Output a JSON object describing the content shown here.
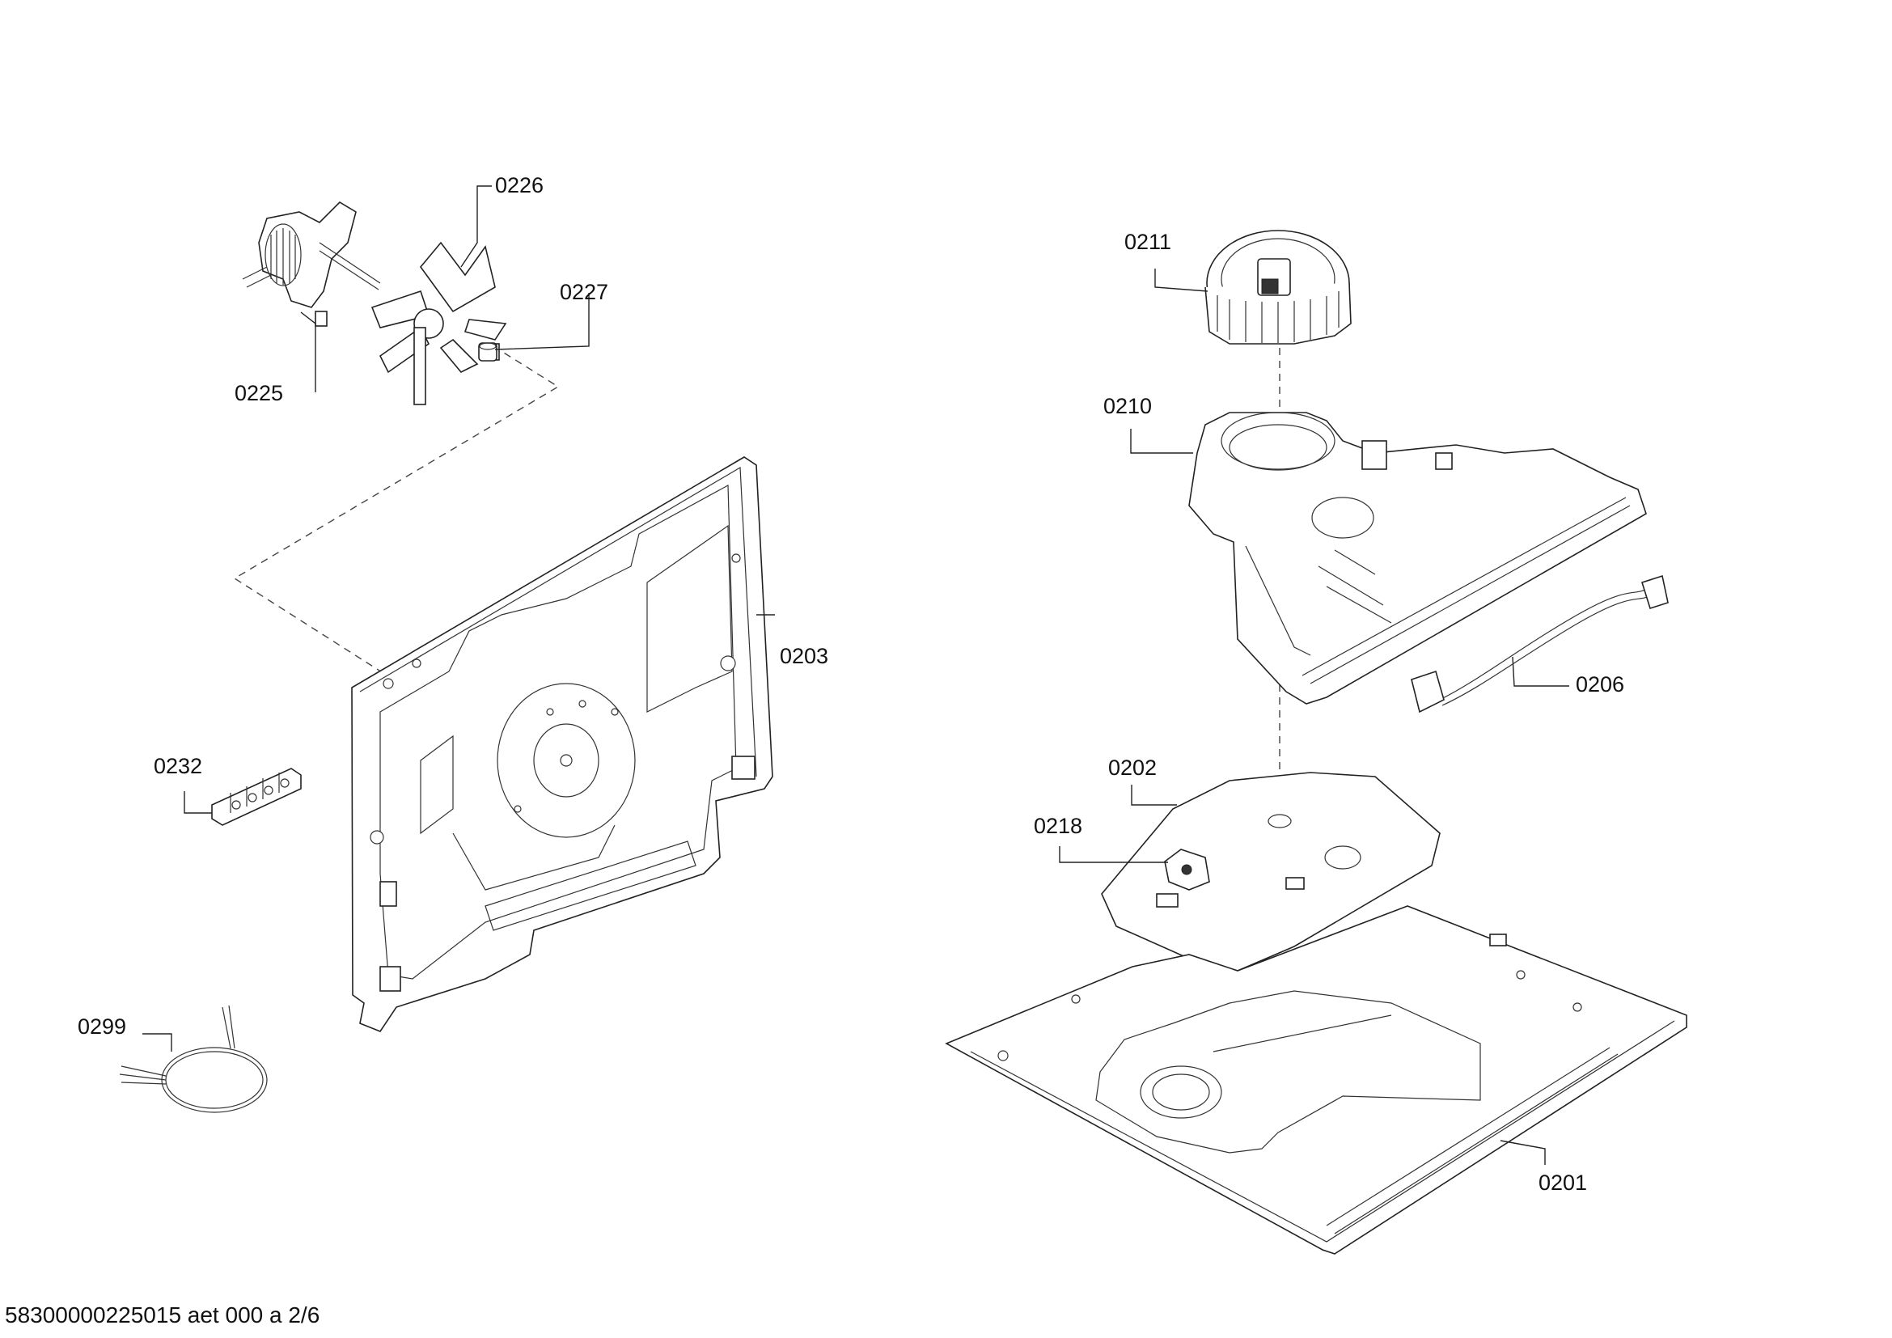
{
  "callouts": {
    "c0225": "0225",
    "c0226": "0226",
    "c0227": "0227",
    "c0203": "0203",
    "c0232": "0232",
    "c0299": "0299",
    "c0211": "0211",
    "c0210": "0210",
    "c0206": "0206",
    "c0202": "0202",
    "c0218": "0218",
    "c0201": "0201"
  },
  "footer": "58300000225015 aet 000 a 2/6"
}
